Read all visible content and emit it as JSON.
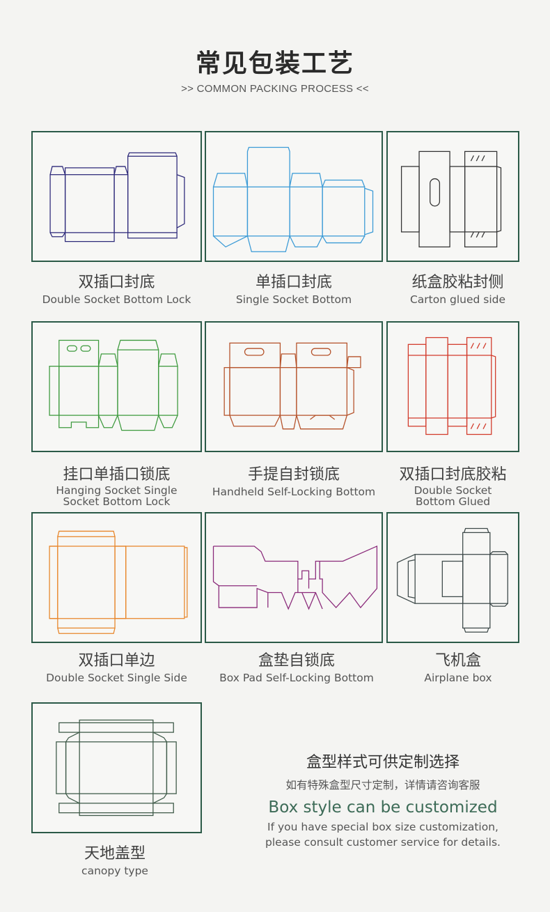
{
  "header": {
    "title": "常见包装工艺",
    "subtitle": ">> COMMON PACKING PROCESS  <<"
  },
  "colors": {
    "frame": "#2b5a48",
    "navy": "#2e2a7a",
    "blue": "#3a9ad6",
    "black": "#333333",
    "green": "#3e9a3e",
    "rust": "#b5522a",
    "red": "#d23a2a",
    "orange": "#e8862a",
    "purple": "#8a2a7a",
    "slate": "#3e4a4a",
    "darkgreen": "#3e5a48"
  },
  "items": [
    {
      "cn": "双插口封底",
      "en": "Double Socket Bottom Lock",
      "icon": "double-socket-bottom-lock-dieline"
    },
    {
      "cn": "单插口封底",
      "en": "Single Socket Bottom",
      "icon": "single-socket-bottom-dieline"
    },
    {
      "cn": "纸盒胶粘封侧",
      "en": "Carton glued side",
      "icon": "carton-glued-side-dieline"
    },
    {
      "cn": "挂口单插口锁底",
      "en1": "Hanging Socket Single",
      "en2": "Socket Bottom Lock",
      "icon": "hanging-socket-dieline"
    },
    {
      "cn": "手提自封锁底",
      "en": "Handheld Self-Locking Bottom",
      "icon": "handheld-self-locking-dieline"
    },
    {
      "cn": "双插口封底胶粘",
      "en1": "Double Socket",
      "en2": "Bottom Glued",
      "icon": "double-socket-bottom-glued-dieline"
    },
    {
      "cn": "双插口单边",
      "en": "Double Socket Single Side",
      "icon": "double-socket-single-side-dieline"
    },
    {
      "cn": "盒垫自锁底",
      "en": "Box Pad Self-Locking Bottom",
      "icon": "box-pad-self-locking-dieline"
    },
    {
      "cn": "飞机盒",
      "en": "Airplane box",
      "icon": "airplane-box-dieline"
    },
    {
      "cn": "天地盖型",
      "en": "canopy type",
      "icon": "canopy-type-dieline"
    }
  ],
  "note": {
    "line1": "盒型样式可供定制选择",
    "line2": "如有特殊盒型尺寸定制，详情请咨询客服",
    "line3": "Box style can be customized",
    "line4": "If you have special box size customization,",
    "line5": "please consult customer service for details."
  }
}
